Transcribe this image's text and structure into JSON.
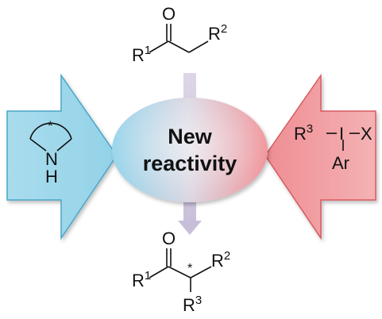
{
  "center": {
    "line1": "New",
    "line2": "reactivity"
  },
  "top_ketone": {
    "carbonyl_o": "O",
    "r1_letter": "R",
    "r1_sup": "1",
    "r2_letter": "R",
    "r2_sup": "2"
  },
  "left_catalyst": {
    "stereo_mark": "*",
    "n_atom": "N",
    "h_atom": "H"
  },
  "right_reagent": {
    "r3_letter": "R",
    "r3_sup": "3",
    "iodine": "I",
    "x_group": "X",
    "aryl": "Ar"
  },
  "bottom_product": {
    "carbonyl_o": "O",
    "r1_letter": "R",
    "r1_sup": "1",
    "stereo_mark": "*",
    "r2_letter": "R",
    "r2_sup": "2",
    "r3_letter": "R",
    "r3_sup": "3"
  },
  "colors": {
    "blue_fill": "#a8dcec",
    "blue_stroke": "#4aa6c8",
    "red_fill": "#f2a3a6",
    "red_stroke": "#d85a60",
    "down_arrow": "#cfc7de",
    "ellipse_left": "#8fd2ea",
    "ellipse_right": "#f08d93"
  }
}
